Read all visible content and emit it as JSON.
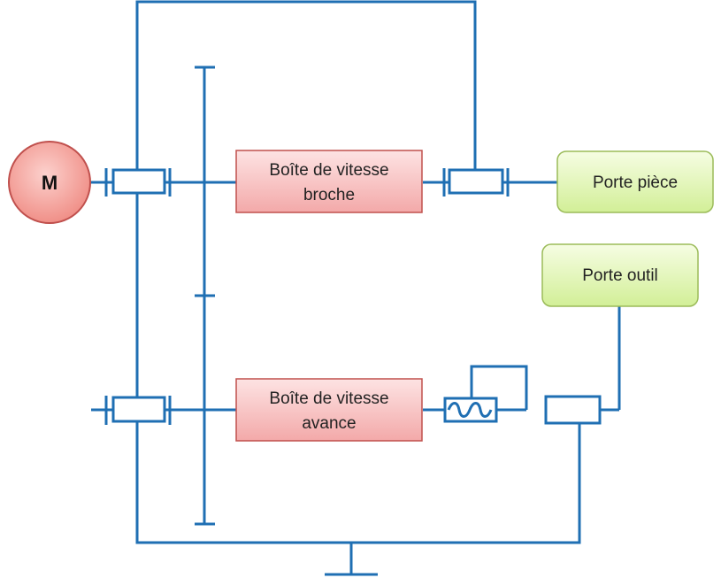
{
  "motor": {
    "label": "M",
    "fill": "#f28b84",
    "stroke": "#c0504d"
  },
  "gearboxes": {
    "spindle": {
      "line1": "Boîte de vitesse",
      "line2": "broche"
    },
    "feed": {
      "line1": "Boîte de vitesse",
      "line2": "avance"
    },
    "fill": "#f7b9b9",
    "stroke": "#c0504d"
  },
  "holders": {
    "workpiece": {
      "label": "Porte pièce"
    },
    "tool": {
      "label": "Porte outil"
    },
    "fill": "#dff5a8",
    "stroke": "#9bbb59"
  },
  "colors": {
    "line": "#1f6fb3"
  }
}
